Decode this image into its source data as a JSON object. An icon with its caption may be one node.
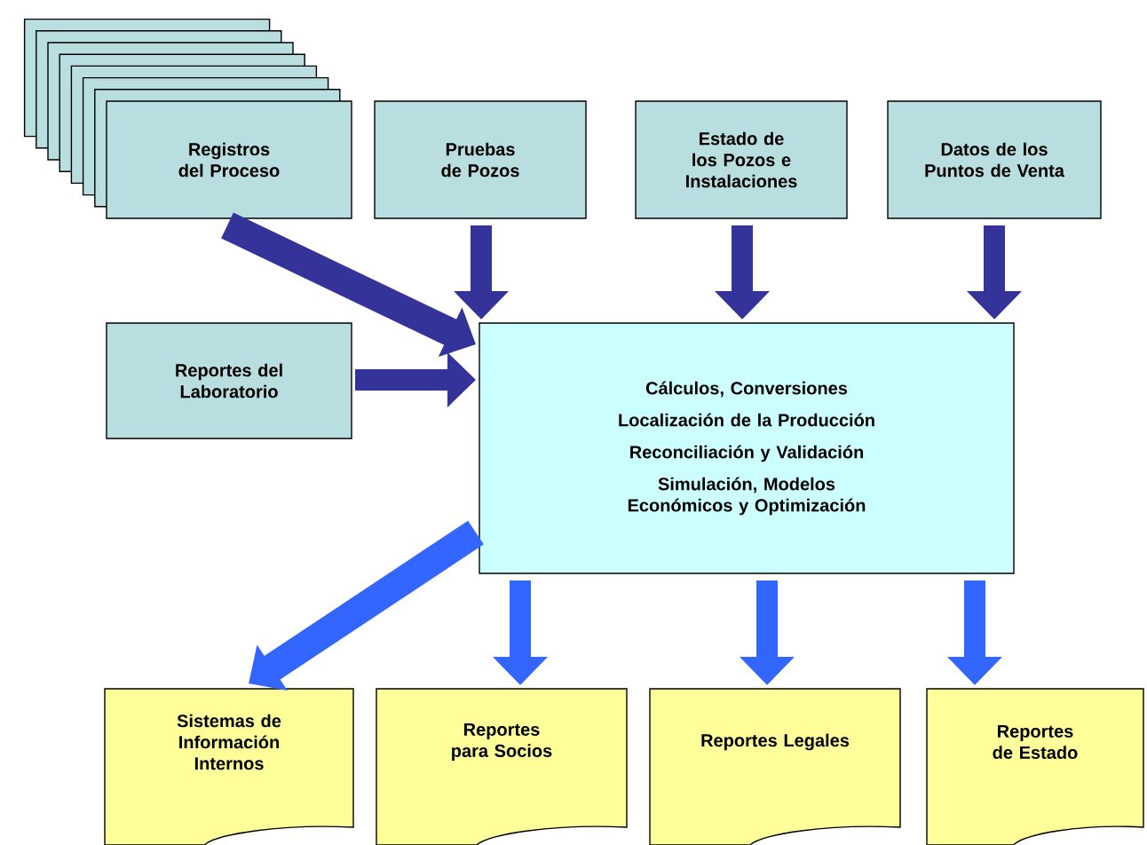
{
  "diagram": {
    "nodes": [
      {
        "text": [
          "Registros del Proceso"
        ]
      },
      {
        "text": [
          "Pruebas de Pozos"
        ]
      },
      {
        "text": [
          "Estado de los Pozos e Instalaciones"
        ]
      },
      {
        "text": [
          "Datos de los Puntos de Venta"
        ]
      },
      {
        "text": [
          "Reportes del Laboratorio"
        ]
      },
      {
        "text": [
          "Cálculos, Conversiones",
          "Localización de la Producción",
          "Reconciliación y Validación",
          "Simulación, Modelos Económicos y Optimización"
        ]
      },
      {
        "text": [
          "Sistemas de Información Internos"
        ]
      },
      {
        "text": [
          "Reportes para Socios"
        ]
      },
      {
        "text": [
          "Reportes Legales"
        ]
      },
      {
        "text": [
          "Reportes de Estado"
        ]
      }
    ],
    "edges": [
      {
        "from": 0,
        "to": 5,
        "arrow": "to"
      },
      {
        "from": 1,
        "to": 5,
        "arrow": "to"
      },
      {
        "from": 2,
        "to": 5,
        "arrow": "to"
      },
      {
        "from": 3,
        "to": 5,
        "arrow": "to"
      },
      {
        "from": 4,
        "to": 5,
        "arrow": "to"
      },
      {
        "from": 5,
        "to": 6,
        "arrow": "to",
        "color": "#3366ff"
      },
      {
        "from": 5,
        "to": 7,
        "arrow": "to",
        "color": "#3366ff"
      },
      {
        "from": 5,
        "to": 8,
        "arrow": "to",
        "color": "#3366ff"
      },
      {
        "from": 5,
        "to": 9,
        "arrow": "to",
        "color": "#3366ff"
      }
    ]
  }
}
